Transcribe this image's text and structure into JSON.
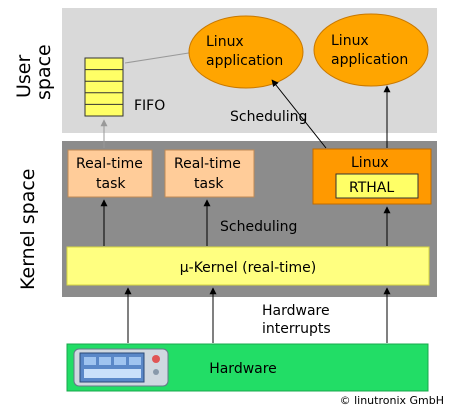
{
  "labels": {
    "user_space_line1": "User",
    "user_space_line2": "space",
    "kernel_space": "Kernel space",
    "fifo": "FIFO",
    "linux_app_line1": "Linux",
    "linux_app_line2": "application",
    "scheduling_user": "Scheduling",
    "rt_task_line1": "Real-time",
    "rt_task_line2": "task",
    "linux_kernel": "Linux",
    "rthal": "RTHAL",
    "scheduling_kernel": "Scheduling",
    "mu_kernel": "µ-Kernel (real-time)",
    "hw_interrupts_line1": "Hardware",
    "hw_interrupts_line2": "interrupts",
    "hardware": "Hardware",
    "copyright": "© linutronix GmbH"
  },
  "colors": {
    "user_space_bg": "#d9d9d9",
    "kernel_space_bg": "#8c8c8c",
    "linux_app_fill": "#ffa500",
    "rt_task_fill": "#ffcc99",
    "linux_kernel_fill": "#ff9900",
    "rthal_fill": "#ffff66",
    "mu_kernel_fill": "#ffff80",
    "fifo_fill": "#ffff66",
    "hardware_fill": "#22dd66"
  }
}
